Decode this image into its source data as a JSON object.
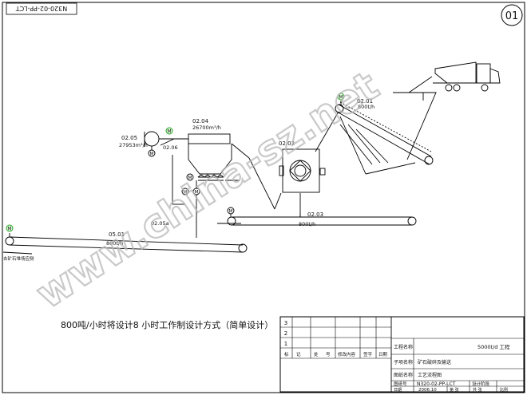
{
  "header": {
    "drawing_code_rotated": "N320-02-PP-LCT",
    "sheet_number": "01"
  },
  "labels": {
    "truck_conveyor_tag": "02.01",
    "truck_conveyor_rate": "800t/h",
    "crusher_tag": "02.02",
    "belt_0203_tag": "02.03",
    "belt_0203_rate": "800t/h",
    "bin_tag": "02.04",
    "bin_volume": "26700m³/h",
    "fan_tag": "02.05",
    "fan_flow": "27953m³/h",
    "fan_motor_tag": "02.06",
    "feeder_tag": "02.05a",
    "belt_0501_tag": "05.01",
    "belt_0501_rate": "800t/h",
    "left_end_note": "去矿石堆场应侧"
  },
  "caption": {
    "text": "800吨/小时将设计8 小时工作制设计方式（简单设计）"
  },
  "title_block": {
    "rev_numbers": [
      "3",
      "2",
      "1"
    ],
    "col_headers": [
      "标",
      "记",
      "处",
      "号",
      "修改内容",
      "签字",
      "日期"
    ],
    "project_label": "工程名称",
    "project_value": "5000t/d 工程",
    "sub_label": "子项名称",
    "sub_value": "矿石破碎及输送",
    "drawing_label": "图纸名称",
    "drawing_value": "工艺流程图",
    "code_label": "图纸号",
    "code_value": "N320-02-PP-LCT",
    "design_stage_label": "设计阶段",
    "date_label": "日期",
    "date_value": "2006.10",
    "sheet_label": "第 张",
    "total_label": "共 张",
    "ratio_label": "比例"
  },
  "watermark": {
    "text": "www.china-sz.net"
  }
}
